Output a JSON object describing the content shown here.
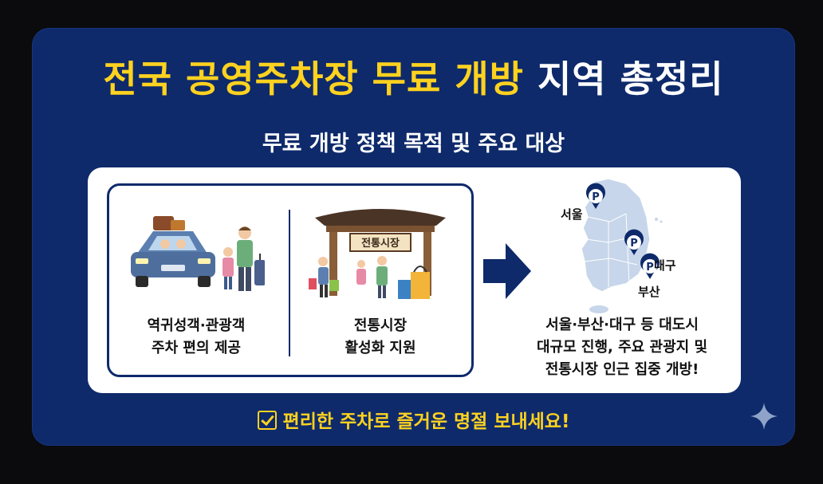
{
  "title": {
    "highlight": "전국 공영주차장 무료 개방",
    "rest": "지역 총정리"
  },
  "subtitle": "무료 개방 정책 목적 및 주요 대상",
  "left_item": {
    "caption_line1": "역귀성객·관광객",
    "caption_line2": "주차 편의 제공"
  },
  "middle_item": {
    "sign": "전통시장",
    "caption_line1": "전통시장",
    "caption_line2": "활성화 지원"
  },
  "map": {
    "cities": [
      "서울",
      "대구",
      "부산"
    ],
    "pin_symbol": "P",
    "text_line1": "서울·부산·대구 등 대도시",
    "text_line2": "대규모 진행, 주요 관광지 및",
    "text_line3": "전통시장 인근 집중 개방!"
  },
  "footer": "편리한 주차로 즐거운 명절 보내세요!",
  "colors": {
    "navy": "#0e2a6b",
    "yellow": "#ffd21f",
    "white": "#ffffff"
  }
}
